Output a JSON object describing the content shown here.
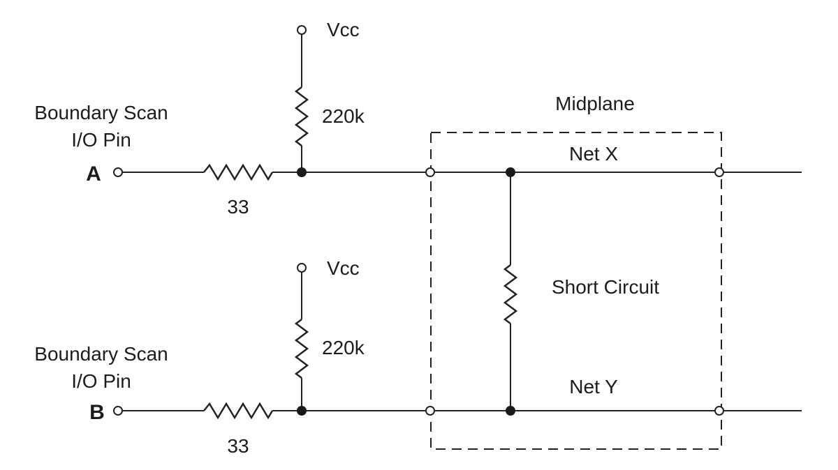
{
  "labels": {
    "vcc_top": "Vcc",
    "vcc_bottom": "Vcc",
    "pullup_top": "220k",
    "pullup_bottom": "220k",
    "series_top": "33",
    "series_bottom": "33",
    "pin_a_line1": "Boundary Scan",
    "pin_a_line2": "I/O Pin",
    "pin_a_letter": "A",
    "pin_b_line1": "Boundary Scan",
    "pin_b_line2": "I/O Pin",
    "pin_b_letter": "B",
    "midplane": "Midplane",
    "net_x": "Net X",
    "net_y": "Net Y",
    "short_circuit": "Short Circuit"
  }
}
